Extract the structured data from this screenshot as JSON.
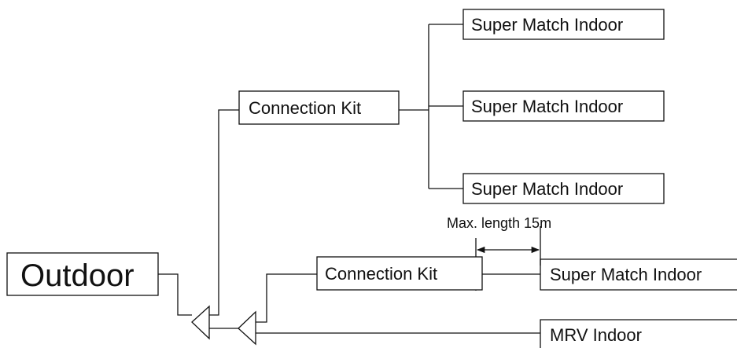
{
  "diagram": {
    "outdoor": "Outdoor",
    "kit_top": "Connection Kit",
    "kit_bottom": "Connection Kit",
    "indoor_top_1": "Super Match Indoor",
    "indoor_top_2": "Super Match Indoor",
    "indoor_top_3": "Super Match Indoor",
    "indoor_bottom": "Super Match Indoor",
    "mrv_indoor": "MRV Indoor",
    "max_length": "Max. length 15m"
  },
  "colors": {
    "line": "#111111",
    "background": "#ffffff"
  }
}
